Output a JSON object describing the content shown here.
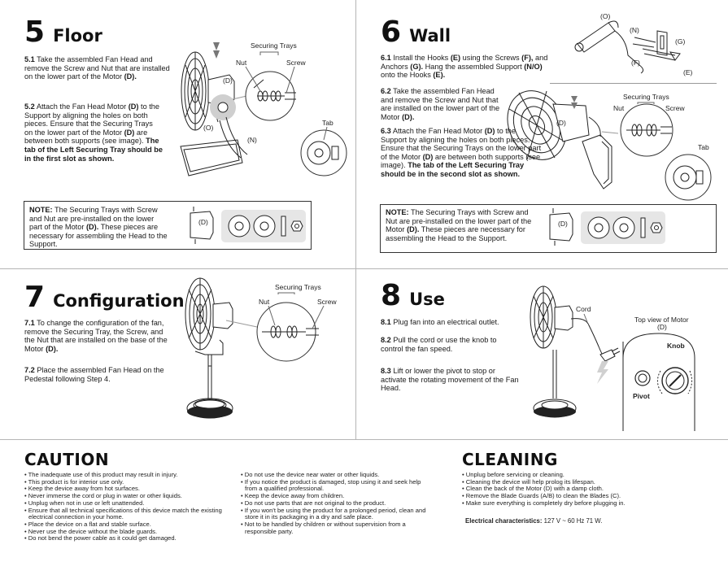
{
  "step5": {
    "number": "5",
    "title": "Floor",
    "p1_id": "5.1",
    "p1_text": "Take the assembled Fan Head and remove the Screw and Nut that are installed on the lower part of the Motor",
    "p1_ref": "(D).",
    "p2_id": "5.2",
    "p2_a": "Attach the Fan Head Motor",
    "p2_ref1": "(D)",
    "p2_b": "to the Support by aligning the holes on both pieces. Ensure that the Securing Trays on the lower part of the Motor",
    "p2_ref2": "(D)",
    "p2_c": "are between both supports (see image).",
    "p2_bold": "The tab of the Left Securing Tray should be in the first slot as shown.",
    "labels": {
      "securing_trays": "Securing Trays",
      "nut": "Nut",
      "screw": "Screw",
      "tab": "Tab",
      "d": "(D)",
      "o": "(O)",
      "n": "(N)"
    },
    "note_label": "NOTE:",
    "note_a": "The Securing Trays with Screw and Nut are pre-installed on the lower part of the Motor",
    "note_ref": "(D).",
    "note_b": "These pieces are necessary for assembling the Head to the Support."
  },
  "step6": {
    "number": "6",
    "title": "Wall",
    "p1_id": "6.1",
    "p1_a": "Install the Hooks",
    "p1_e": "(E)",
    "p1_b": "using the Screws",
    "p1_f": "(F),",
    "p1_c": "and Anchors",
    "p1_g": "(G).",
    "p1_d": "Hang the assembled Support",
    "p1_no": "(N/O)",
    "p1_e2": "onto the Hooks",
    "p1_e3": "(E).",
    "p2_id": "6.2",
    "p2_text": "Take the assembled Fan Head and remove the Screw and Nut that are installed on the lower part of the Motor",
    "p2_ref": "(D).",
    "p3_id": "6.3",
    "p3_a": "Attach the Fan Head Motor",
    "p3_ref1": "(D)",
    "p3_b": "to the Support by aligning the holes on both pieces. Ensure that the Securing Trays on the lower part of the Motor",
    "p3_ref2": "(D)",
    "p3_c": "are between both supports (see image).",
    "p3_bold": "The tab of the Left Securing Tray should be in the second slot as shown.",
    "labels": {
      "securing_trays": "Securing Trays",
      "nut": "Nut",
      "screw": "Screw",
      "tab": "Tab",
      "d": "(D)",
      "o": "(O)",
      "n": "(N)",
      "f": "(F)",
      "g": "(G)",
      "e": "(E)"
    },
    "note_label": "NOTE:",
    "note_a": "The Securing Trays with Screw and Nut are pre-installed on the lower part of the Motor",
    "note_ref": "(D).",
    "note_b": "These pieces are necessary for assembling the Head to the Support."
  },
  "step7": {
    "number": "7",
    "title": "Configuration",
    "p1_id": "7.1",
    "p1_text": "To change the configuration of the fan, remove the Securing Tray, the Screw, and the Nut that are installed on the base of the Motor",
    "p1_ref": "(D).",
    "p2_id": "7.2",
    "p2_text": "Place the assembled Fan Head on the Pedestal following Step 4.",
    "labels": {
      "securing_trays": "Securing Trays",
      "nut": "Nut",
      "screw": "Screw"
    }
  },
  "step8": {
    "number": "8",
    "title": "Use",
    "p1_id": "8.1",
    "p1_text": "Plug fan into an electrical outlet.",
    "p2_id": "8.2",
    "p2_text": "Pull the cord or use the knob to control the fan speed.",
    "p3_id": "8.3",
    "p3_text": "Lift or lower the pivot to stop or activate the rotating movement of the Fan Head.",
    "labels": {
      "cord": "Cord",
      "top_view": "Top view of Motor",
      "d": "(D)",
      "knob": "Knob",
      "pivot": "Pivot"
    }
  },
  "caution": {
    "title": "CAUTION",
    "col1": [
      "• The inadequate use of this product may result in injury.",
      "• This product is for interior use only.",
      "• Keep the device away from hot surfaces.",
      "• Never immerse the cord or plug in water or other liquids.",
      "• Unplug when not in use or left unattended.",
      "• Ensure that all technical specifications of this device match the existing electrical connection in your home.",
      "• Place the device on a flat and stable surface.",
      "• Never use the device without the blade guards.",
      "• Do not bend the power cable as it could get damaged."
    ],
    "col2": [
      "• Do not use the device near water or other liquids.",
      "• If you notice the product is damaged, stop using it and seek help from a qualified professional.",
      "• Keep the device away from children.",
      "• Do not use parts that are not original to the product.",
      "• If you won't be using the product for a prolonged period, clean and store it in its packaging in a dry and safe place.",
      "• Not to be handled by children or without supervision from a responsible party."
    ]
  },
  "cleaning": {
    "title": "CLEANING",
    "items": [
      "• Unplug before servicing or cleaning.",
      "• Cleaning the device will help prolog its lifespan.",
      "• Clean the back of the Motor (D) with a damp cloth.",
      "• Remove the Blade Guards (A/B) to clean the Blades (C).",
      "• Make sure everything is completely dry before plugging in."
    ],
    "elec_label": "Electrical characteristics:",
    "elec_value": "127 V ~ 60 Hz 71 W."
  }
}
